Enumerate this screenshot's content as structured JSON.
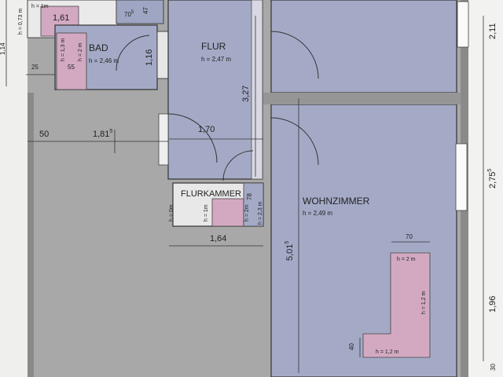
{
  "rooms": {
    "bad": {
      "name": "BAD",
      "height": "h = 2,46 m"
    },
    "flur": {
      "name": "FLUR",
      "height": "h = 2,47 m"
    },
    "flurkammer": {
      "name": "FLURKAMMER"
    },
    "wohnzimmer": {
      "name": "WOHNZIMMER",
      "height": "h = 2,49 m"
    }
  },
  "dimensions": {
    "d_1_61": "1,61",
    "d_70_5": "70",
    "d_70_5_sup": "5",
    "d_47": "47",
    "d_1_16": "1,16",
    "d_25": "25",
    "d_55": "55",
    "d_50": "50",
    "d_1_81": "1,81",
    "d_1_81_sup": "5",
    "d_1_70": "1,70",
    "d_3_27": "3,27",
    "d_78": "78",
    "d_1_64": "1,64",
    "d_5_01": "5,01",
    "d_5_01_sup": "5",
    "d_70_w": "70",
    "d_40": "40",
    "d_2_11": "2,11",
    "d_2_75": "2,75",
    "d_2_75_sup": "5",
    "d_1_96": "1,96",
    "d_30": "30",
    "d_1_14": "1,14",
    "d_0_73": "0,73"
  },
  "slopes": {
    "h1m_top": "h = 1m",
    "h13m": "h = 1,3 m",
    "h2m_bad": "h = 2 m",
    "h0m": "h = 0m",
    "h1m_fk": "h = 1m",
    "h2m_fk": "h = 2m",
    "h23m": "h = 2,3 m",
    "h2m_wz": "h = 2 m",
    "h12m_v": "h = 1,2 m",
    "h12m_h": "h = 1,2 m",
    "h073m": "h = 0,73 m"
  },
  "colors": {
    "room": "#a4aac6",
    "slope": "#cfa8bf",
    "wall": "#8f8f8f",
    "outside": "#a9a9a9"
  }
}
